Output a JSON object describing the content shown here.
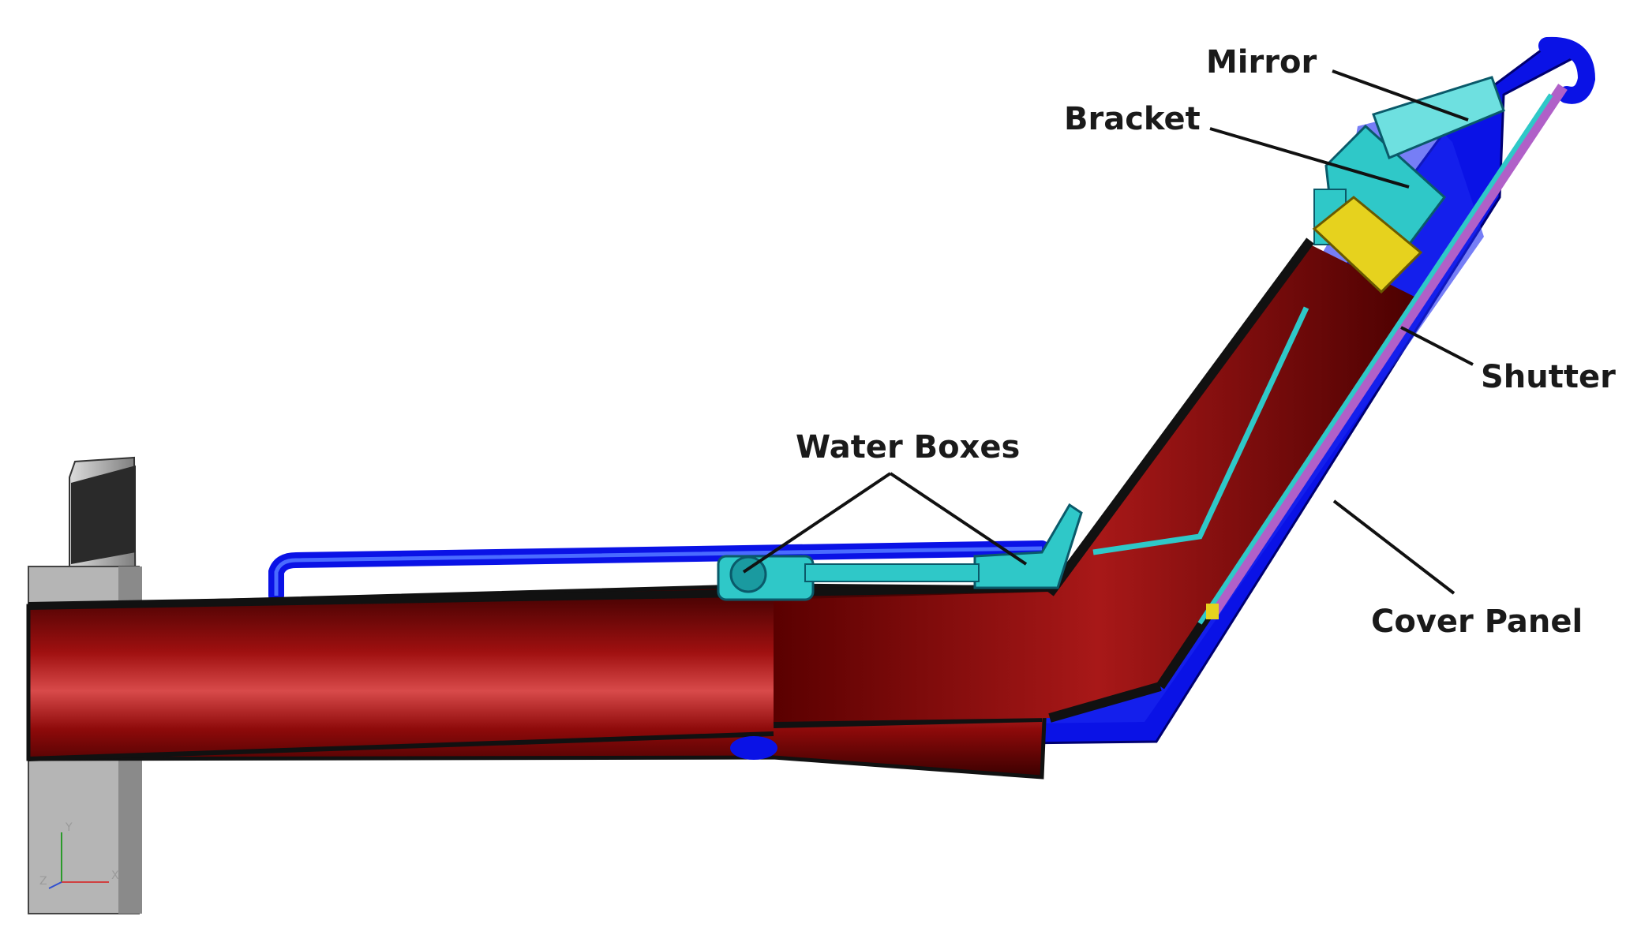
{
  "labels": {
    "mirror": "Mirror",
    "bracket": "Bracket",
    "shutter": "Shutter",
    "water_boxes": "Water Boxes",
    "cover_panel": "Cover Panel"
  },
  "axis_triad": {
    "x": "X",
    "y": "Y",
    "z": "Z"
  },
  "colors": {
    "tube": "#8b0000",
    "cover": "#0a12e6",
    "bracket": "#2fc8c8",
    "shutter": "#b060c8",
    "mirror_block": "#e6d21e",
    "flange": "#a0a0a0",
    "outline": "#111111"
  }
}
